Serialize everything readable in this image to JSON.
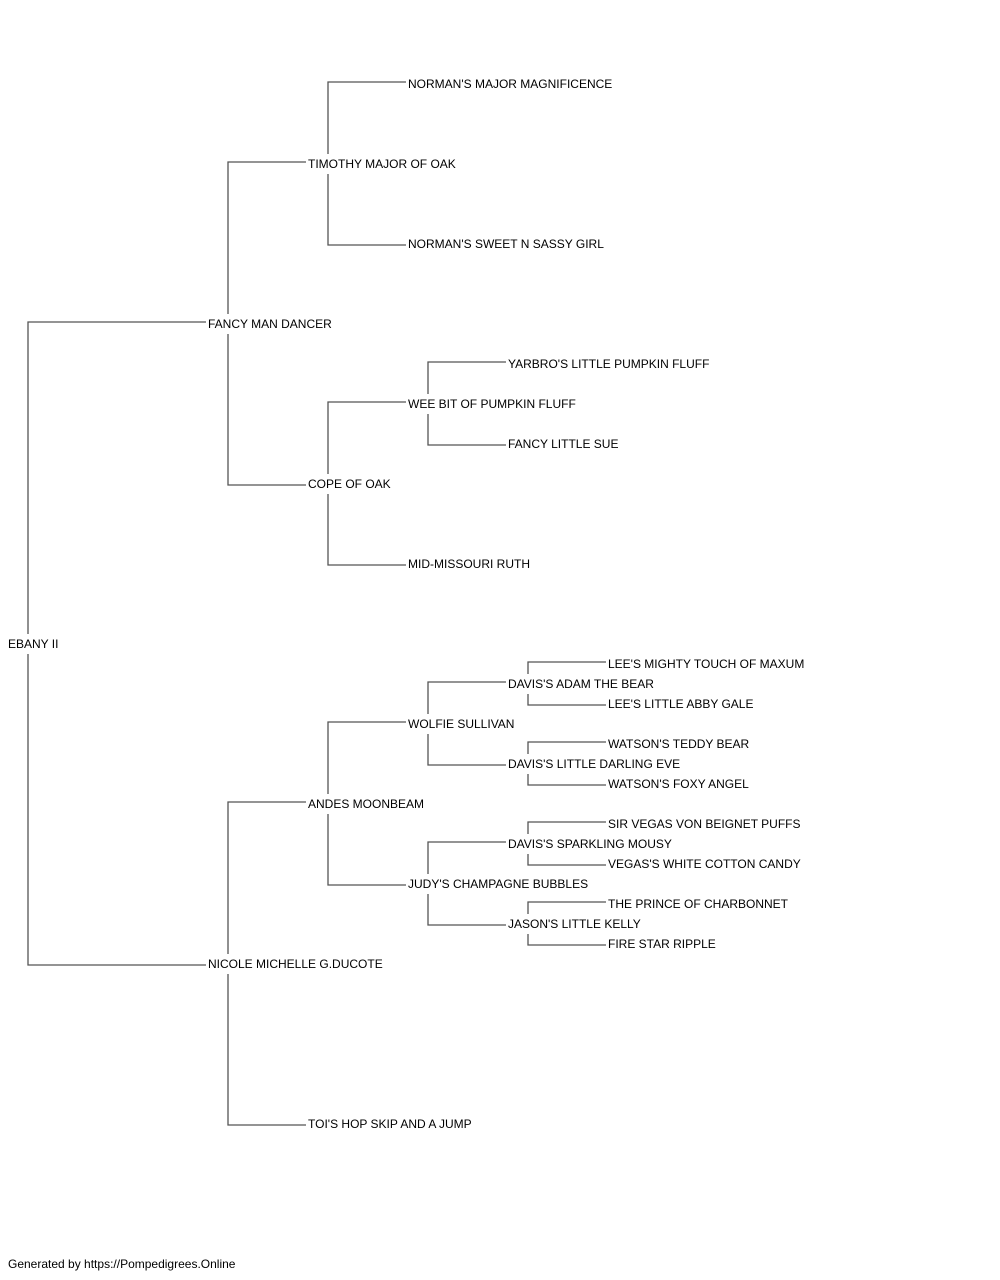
{
  "pedigree": {
    "subject": "EBANY II",
    "sire": {
      "name": "FANCY MAN DANCER",
      "sire": {
        "name": "TIMOTHY MAJOR OF OAK",
        "sire": "NORMAN'S MAJOR MAGNIFICENCE",
        "dam": "NORMAN'S SWEET N SASSY GIRL"
      },
      "dam": {
        "name": "COPE OF OAK",
        "sire": {
          "name": "WEE BIT OF PUMPKIN FLUFF",
          "sire": "YARBRO'S LITTLE PUMPKIN FLUFF",
          "dam": "FANCY LITTLE SUE"
        },
        "dam": "MID-MISSOURI RUTH"
      }
    },
    "dam": {
      "name": "NICOLE MICHELLE G.DUCOTE",
      "sire": {
        "name": "ANDES MOONBEAM",
        "sire": {
          "name": "WOLFIE SULLIVAN",
          "sire": {
            "name": "DAVIS'S ADAM THE BEAR",
            "sire": "LEE'S MIGHTY TOUCH OF MAXUM",
            "dam": "LEE'S LITTLE ABBY GALE"
          },
          "dam": {
            "name": "DAVIS'S LITTLE DARLING EVE",
            "sire": "WATSON'S TEDDY BEAR",
            "dam": "WATSON'S FOXY ANGEL"
          }
        },
        "dam": {
          "name": "JUDY'S CHAMPAGNE BUBBLES",
          "sire": {
            "name": "DAVIS'S SPARKLING MOUSY",
            "sire": "SIR VEGAS VON BEIGNET PUFFS",
            "dam": "VEGAS'S WHITE COTTON CANDY"
          },
          "dam": {
            "name": "JASON'S LITTLE KELLY",
            "sire": "THE PRINCE OF CHARBONNET",
            "dam": "FIRE STAR RIPPLE"
          }
        }
      },
      "dam": "TOI'S HOP SKIP AND A JUMP"
    }
  },
  "footer": "Generated by https://Pompedigrees.Online",
  "colors": {
    "line": "#555555",
    "text": "#000000"
  }
}
